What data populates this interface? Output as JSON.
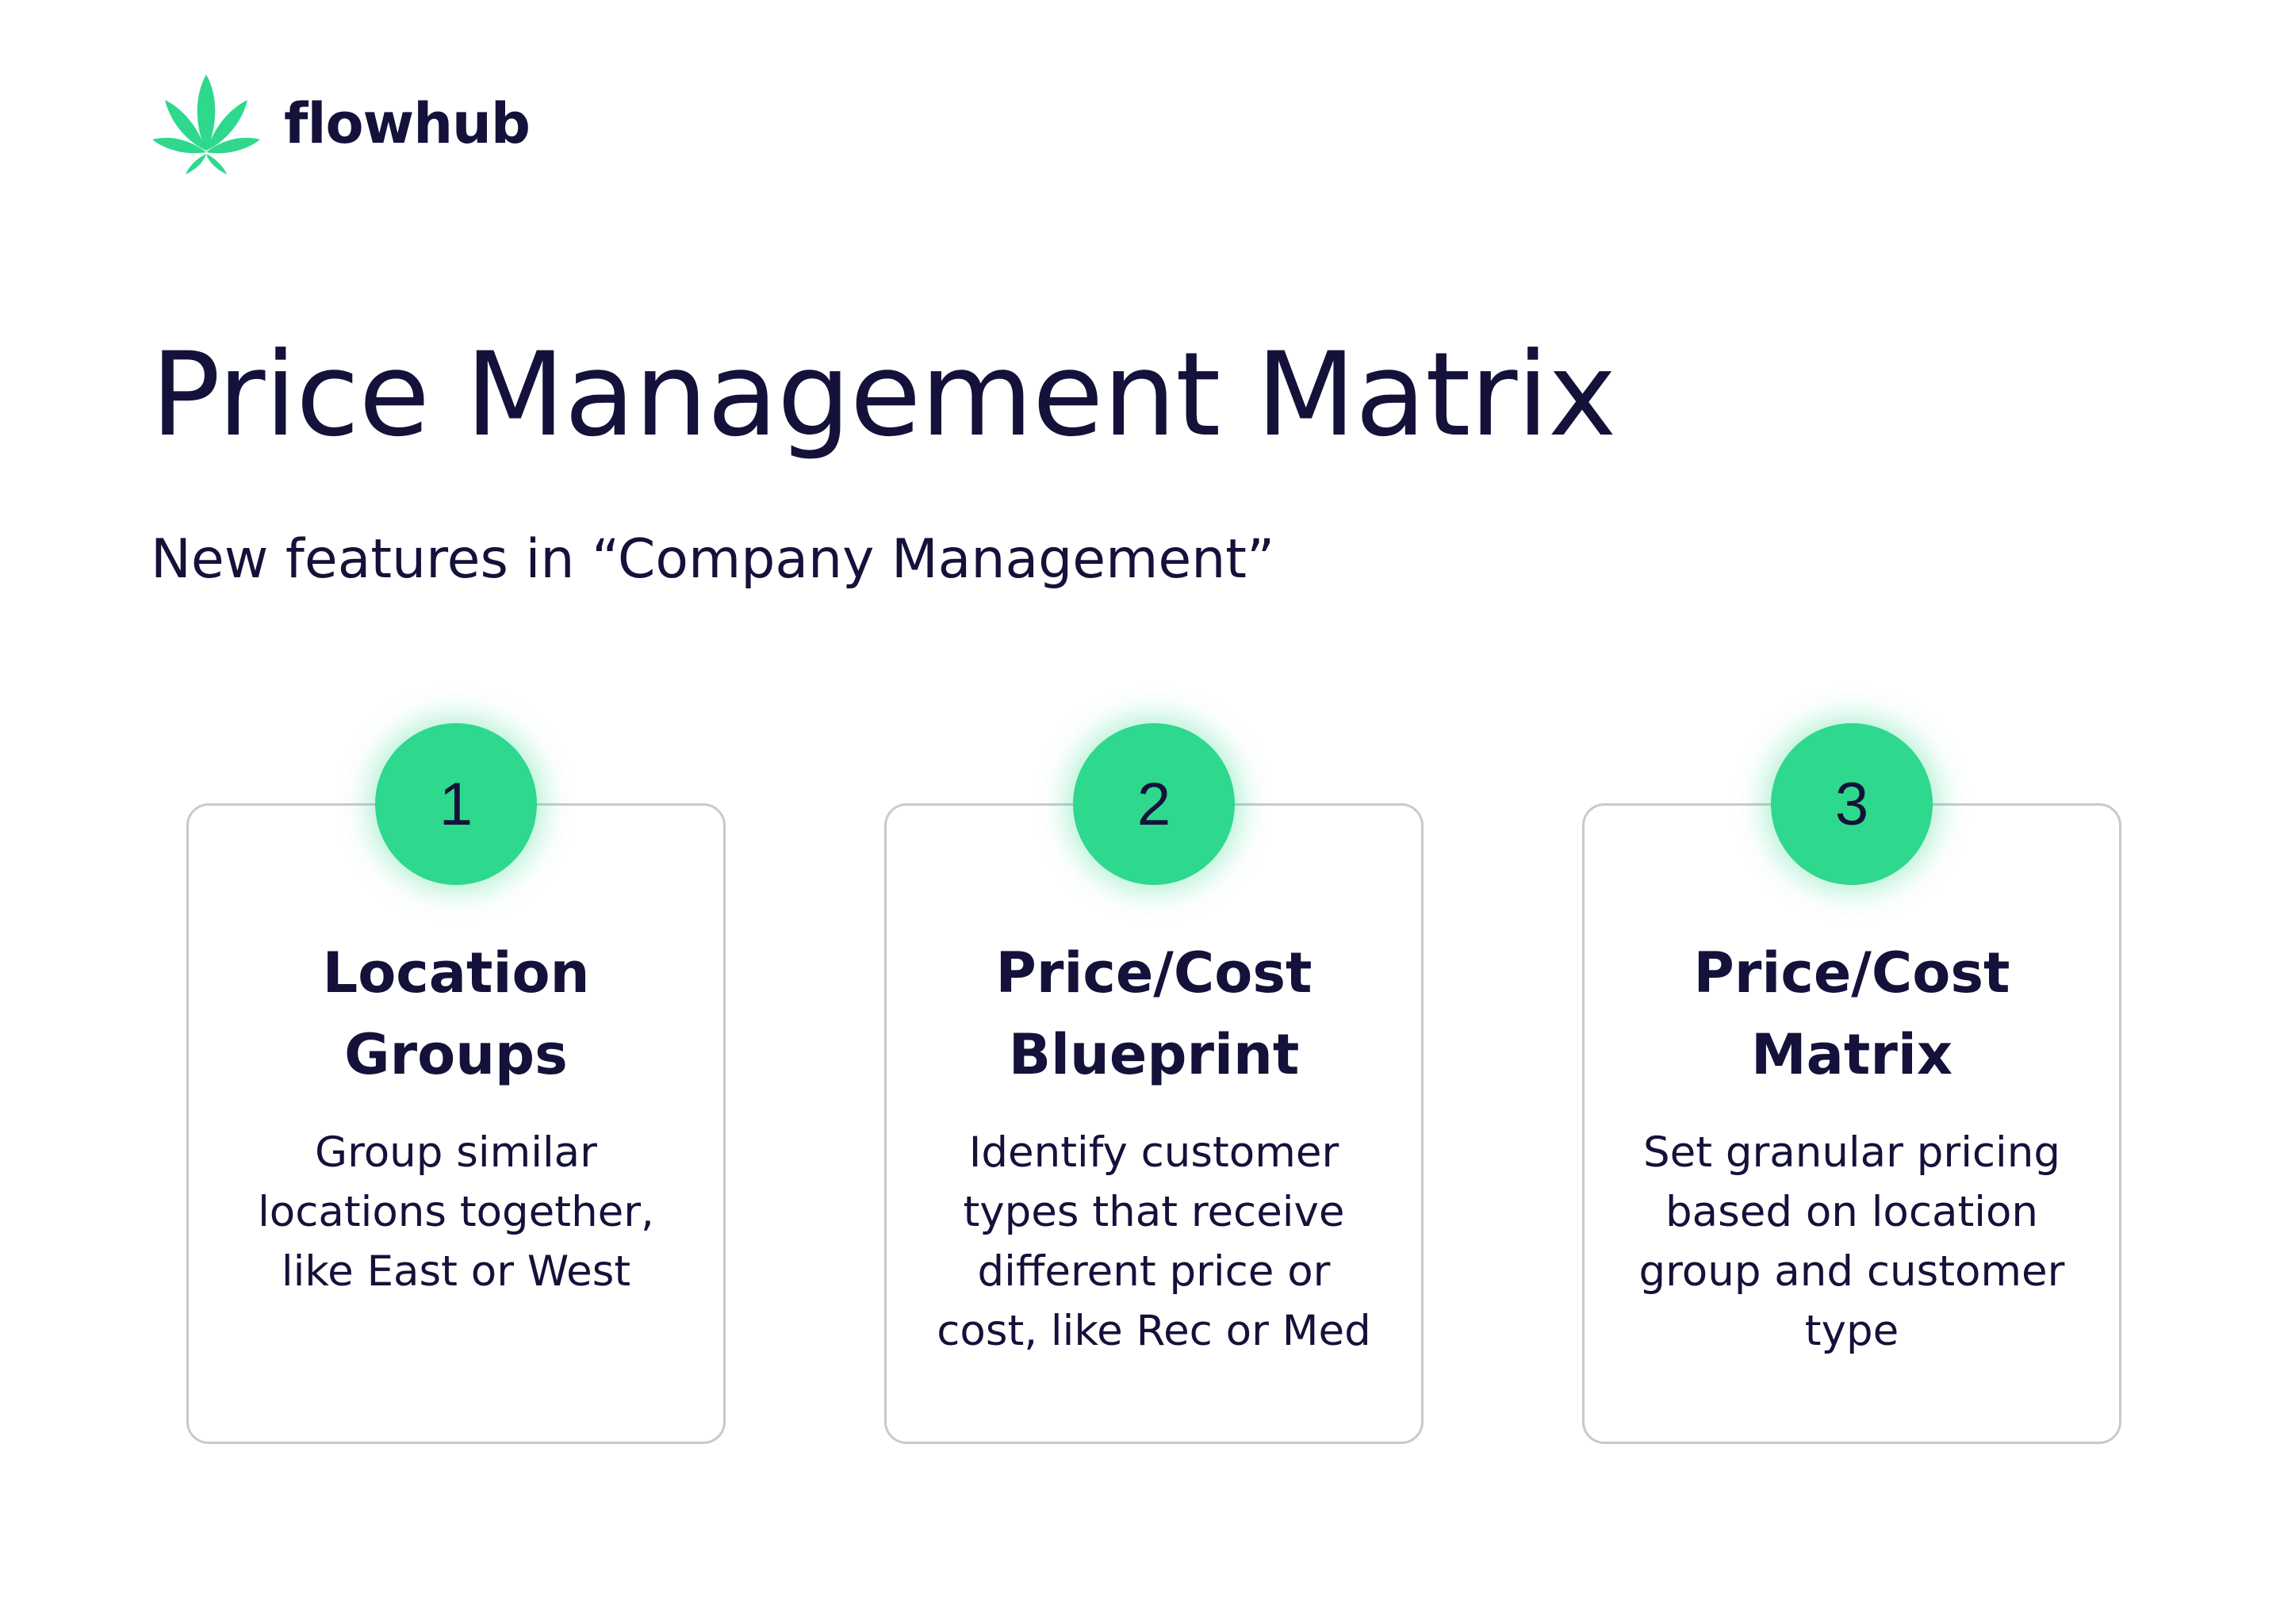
{
  "brand": {
    "name": "flowhub",
    "icon": "cannabis-leaf-icon",
    "accent_color": "#2ed88d",
    "text_color": "#14123a"
  },
  "page": {
    "title": "Price Management Matrix",
    "subtitle": "New features in “Company Management”"
  },
  "cards": [
    {
      "number": "1",
      "title_lines": [
        "Location",
        "Groups"
      ],
      "description_lines": [
        "Group similar",
        "locations together,",
        "like East or West"
      ]
    },
    {
      "number": "2",
      "title_lines": [
        "Price/Cost",
        "Blueprint"
      ],
      "description_lines": [
        "Identify customer",
        "types that receive",
        "different price or",
        "cost, like Rec or Med"
      ]
    },
    {
      "number": "3",
      "title_lines": [
        "Price/Cost",
        "Matrix"
      ],
      "description_lines": [
        "Set granular pricing",
        "based on location",
        "group and customer",
        "type"
      ]
    }
  ]
}
